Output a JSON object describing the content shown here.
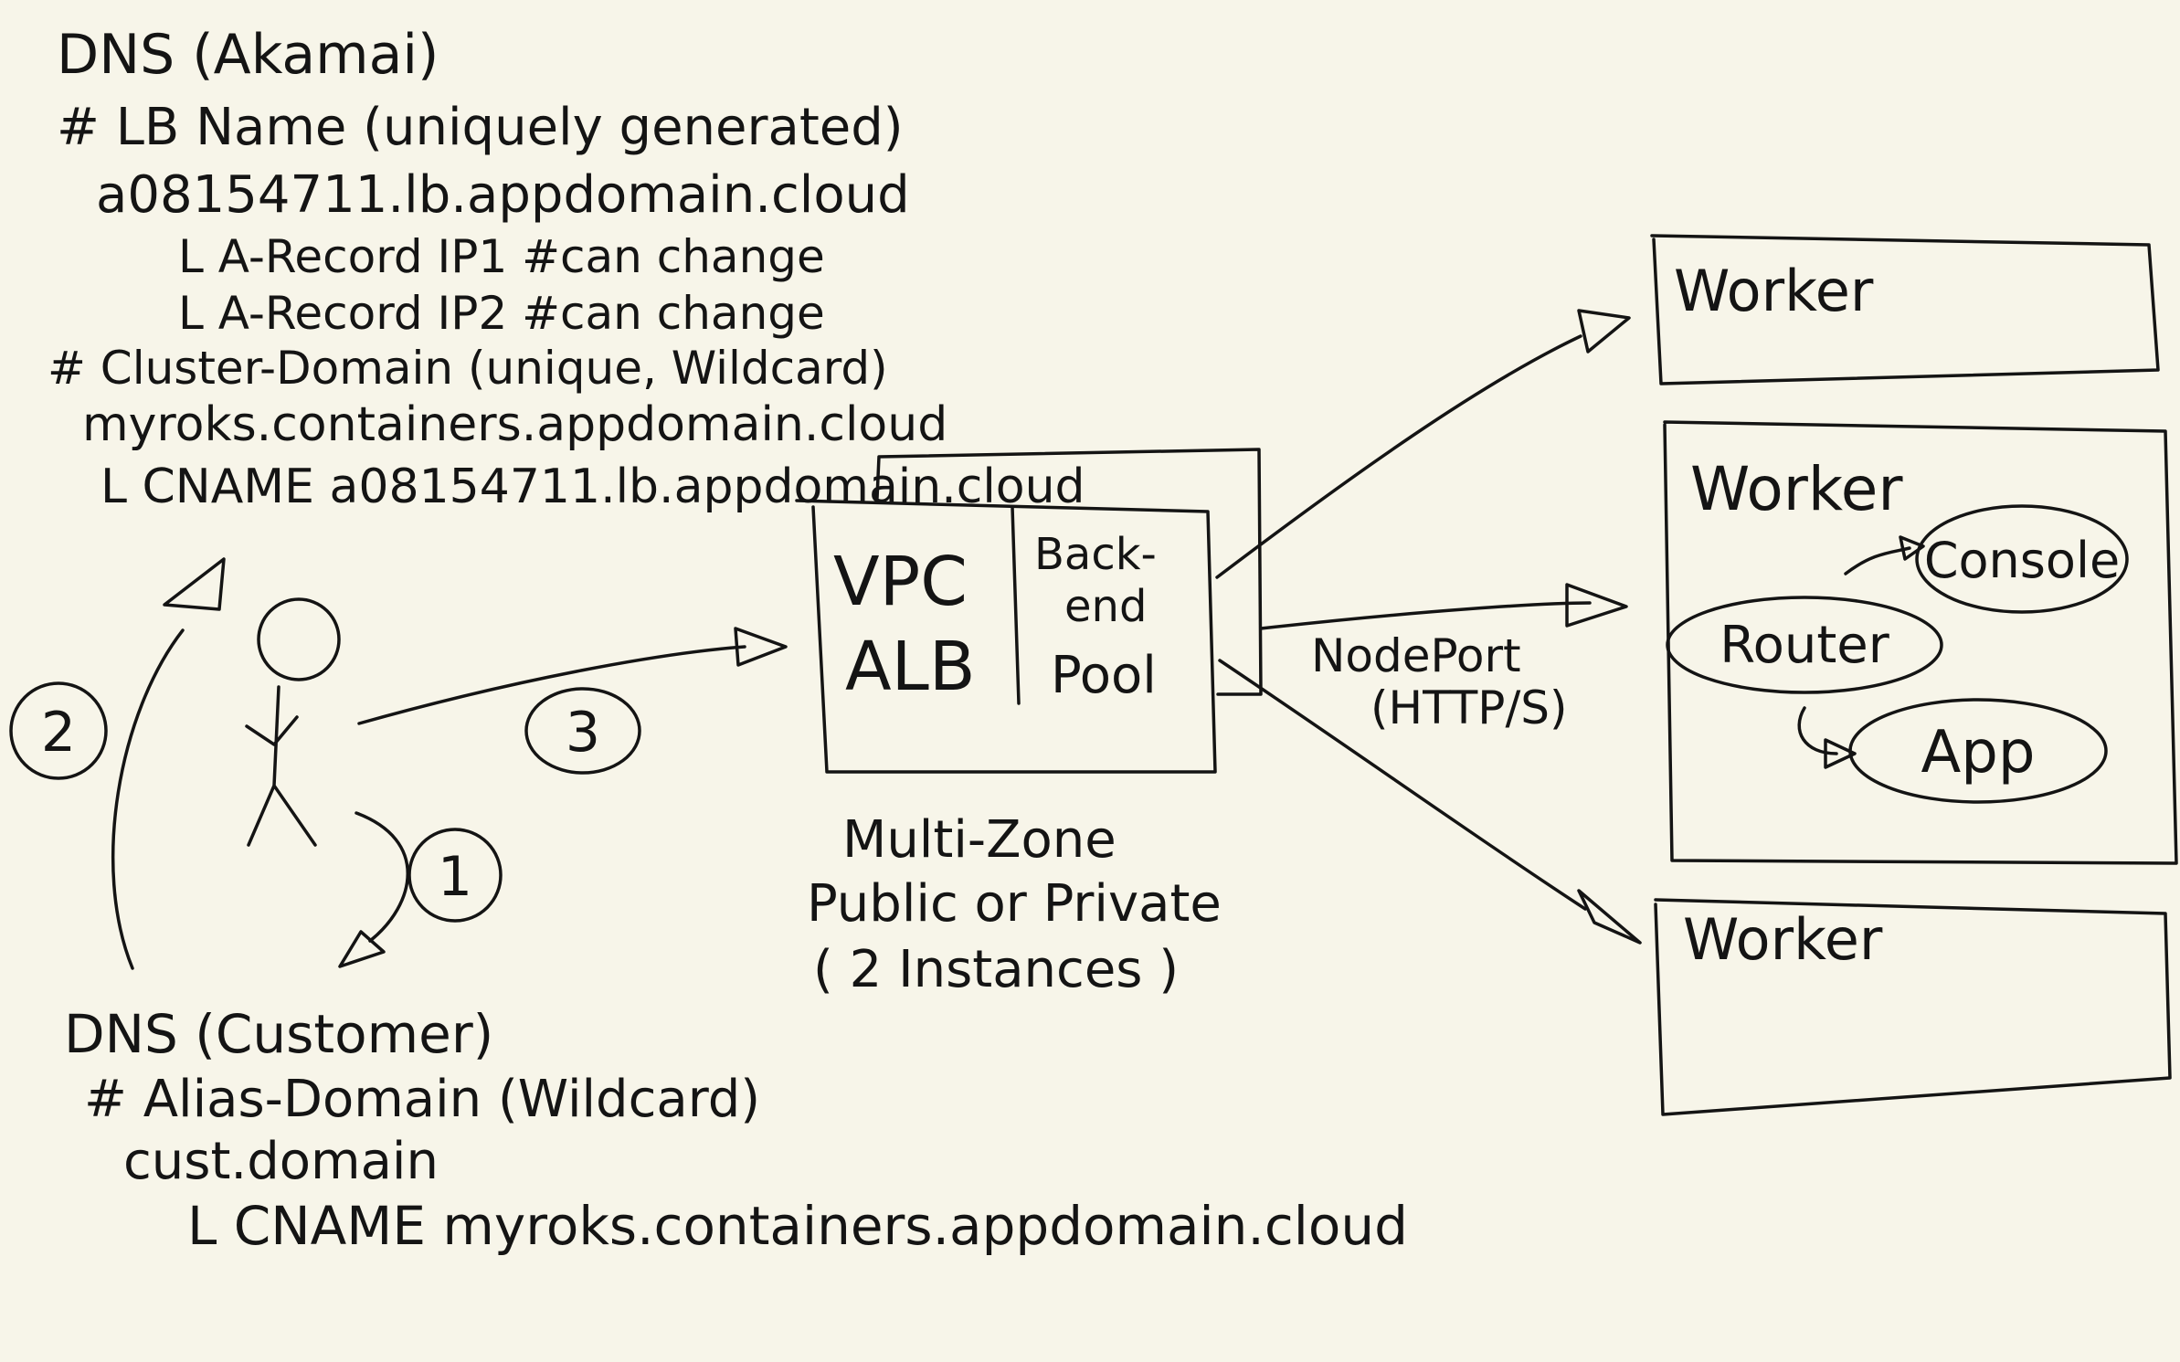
{
  "colors": {
    "background": "#f7f5e9",
    "ink": "#141414"
  },
  "akamai_dns": {
    "title": "DNS (Akamai)",
    "lb_comment": "# LB Name (uniquely generated)",
    "lb_name": "a08154711.lb.appdomain.cloud",
    "a_record_1": "L A-Record  IP1  #can change",
    "a_record_2": "L A-Record  IP2  #can change",
    "cluster_comment": "# Cluster-Domain (unique, Wildcard)",
    "cluster_domain": "myroks.containers.appdomain.cloud",
    "cname": "L CNAME  a08154711.lb.appdomain.cloud"
  },
  "customer_dns": {
    "title": "DNS (Customer)",
    "alias_comment": "# Alias-Domain (Wildcard)",
    "alias_domain": "cust.domain",
    "cname": "L CNAME  myroks.containers.appdomain.cloud"
  },
  "steps": {
    "step1": "1",
    "step2": "2",
    "step3": "3"
  },
  "alb": {
    "vpc": "VPC",
    "alb": "ALB",
    "backend_1": "Back-",
    "backend_2": "end",
    "pool": "Pool",
    "caption_1": "Multi-Zone",
    "caption_2": "Public or Private",
    "caption_3": "( 2 Instances )"
  },
  "nodeport": {
    "line1": "NodePort",
    "line2": "(HTTP/S)"
  },
  "workers": {
    "top": "Worker",
    "middle": "Worker",
    "bottom": "Worker",
    "console": "Console",
    "router": "Router",
    "app": "App"
  }
}
